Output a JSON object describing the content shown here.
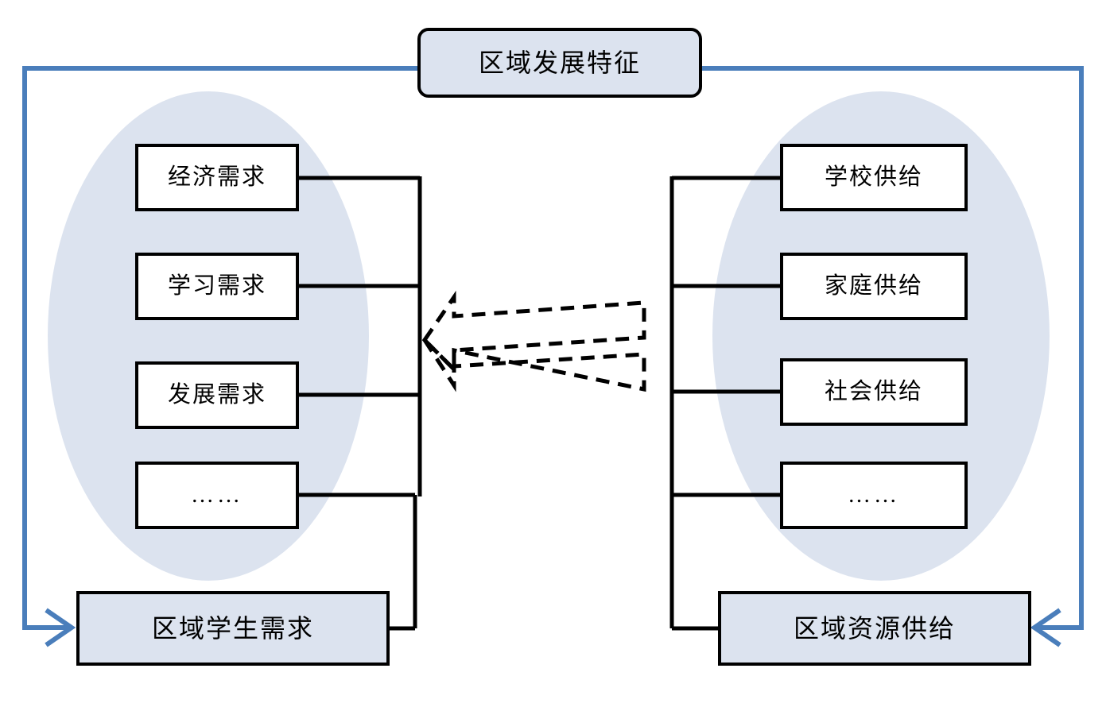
{
  "diagram": {
    "title_box": {
      "label": "区域发展特征",
      "shape": "rounded-rectangle",
      "fill": "#dce3ef",
      "stroke": "#000000"
    },
    "left_group": {
      "group_name": "demand-cluster",
      "ellipse_fill": "#dce3ef",
      "items": [
        {
          "label": "经济需求"
        },
        {
          "label": "学习需求"
        },
        {
          "label": "发展需求"
        },
        {
          "label": "……"
        }
      ],
      "summary_box": {
        "label": "区域学生需求",
        "fill": "#dce3ef"
      }
    },
    "right_group": {
      "group_name": "supply-cluster",
      "ellipse_fill": "#dce3ef",
      "items": [
        {
          "label": "学校供给"
        },
        {
          "label": "家庭供给"
        },
        {
          "label": "社会供给"
        },
        {
          "label": "……"
        }
      ],
      "summary_box": {
        "label": "区域资源供给",
        "fill": "#dce3ef"
      }
    },
    "center_connector": {
      "name": "dashed-left-arrow",
      "style": "dashed",
      "stroke": "#000000",
      "direction": "left"
    },
    "feedback_loop": {
      "name": "feedback-path",
      "stroke": "#4a7ebb",
      "left_arrow_direction": "right",
      "right_arrow_direction": "left"
    }
  }
}
